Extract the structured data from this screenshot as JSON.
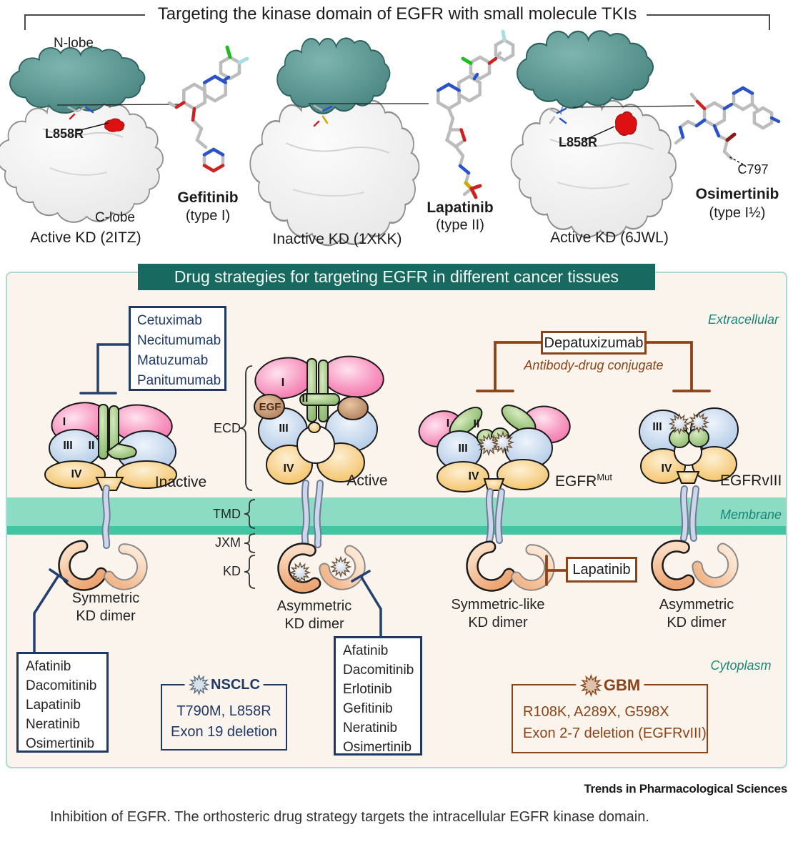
{
  "colors": {
    "navy": "#1f3864",
    "brown": "#8c4318",
    "banner_teal": "#186a60",
    "teal_label_text": "#1b8578",
    "panel_bg": "#faf4ed",
    "membrane": "#8cdcc4",
    "membrane_dark": "#42c5a0",
    "domain_pink": "#f58ab8",
    "domain_green": "#8fbe6f",
    "domain_blue": "#b7cde9",
    "domain_yellow": "#f5c166",
    "kd_peach": "#f2b488",
    "mutation_site_red": "#dd1111",
    "n_lobe_teal": "#4e918d"
  },
  "top": {
    "title": "Targeting the kinase domain of EGFR with small molecule TKIs",
    "structures": [
      {
        "nlobe_label": "N-lobe",
        "clobe_label": "C-lobe",
        "mutation_label": "L858R",
        "caption": "Active KD (2ITZ)",
        "drug_name": "Gefitinib",
        "drug_type": "(type I)"
      },
      {
        "caption": "Inactive KD (1XKK)",
        "drug_name": "Lapatinib",
        "drug_type": "(type II)"
      },
      {
        "mutation_label": "L858R",
        "residue_label": "C797",
        "caption": "Active KD (6JWL)",
        "drug_name": "Osimertinib",
        "drug_type": "(type I½)"
      }
    ]
  },
  "panel": {
    "banner": "Drug strategies for targeting EGFR in different cancer tissues",
    "compartments": {
      "extracellular": "Extracellular",
      "membrane": "Membrane",
      "cytoplasm": "Cytoplasm"
    },
    "regions": {
      "ecd": "ECD",
      "tmd": "TMD",
      "jxm": "JXM",
      "kd": "KD"
    },
    "antibody_box": {
      "items": [
        "Cetuximab",
        "Necitumumab",
        "Matuzumab",
        "Panitumumab"
      ]
    },
    "adc": {
      "name": "Depatuxizumab",
      "subtitle": "Antibody-drug conjugate"
    },
    "lapatinib_box": {
      "label": "Lapatinib"
    },
    "egf_label": "EGF",
    "receptors": [
      {
        "name": "Inactive",
        "domains": {
          "d1": "I",
          "d2": "II",
          "d3": "III",
          "d4": "IV"
        }
      },
      {
        "name": "Active",
        "domains": {
          "d1": "I",
          "d2": "II",
          "d3": "III",
          "d4": "IV"
        }
      },
      {
        "name_base": "EGFR",
        "name_sup": "Mut",
        "domains": {
          "d1": "I",
          "d2": "II",
          "d3": "III",
          "d4": "IV"
        }
      },
      {
        "name": "EGFRvIII",
        "domains": {
          "d3": "III",
          "d4": "IV"
        }
      }
    ],
    "dimers": [
      {
        "line1": "Symmetric",
        "line2": "KD dimer"
      },
      {
        "line1": "Asymmetric",
        "line2": "KD dimer"
      },
      {
        "line1": "Symmetric-like",
        "line2": "KD dimer"
      },
      {
        "line1": "Asymmetric",
        "line2": "KD dimer"
      }
    ],
    "drug_box_left": {
      "items": [
        "Afatinib",
        "Dacomitinib",
        "Lapatinib",
        "Neratinib",
        "Osimertinib"
      ]
    },
    "drug_box_mid": {
      "items": [
        "Afatinib",
        "Dacomitinib",
        "Erlotinib",
        "Gefitinib",
        "Neratinib",
        "Osimertinib"
      ]
    },
    "nsclc_box": {
      "title": "NSCLC",
      "mutations_line1": "T790M, L858R",
      "mutations_line2": "Exon 19 deletion"
    },
    "gbm_box": {
      "title": "GBM",
      "mutations_line1": "R108K, A289X, G598X",
      "mutations_line2": "Exon 2-7 deletion (EGFRvIII)"
    }
  },
  "footer": {
    "journal": "Trends in Pharmacological Sciences",
    "caption": "Inhibition of EGFR. The orthosteric drug strategy targets the intracellular EGFR kinase domain."
  }
}
